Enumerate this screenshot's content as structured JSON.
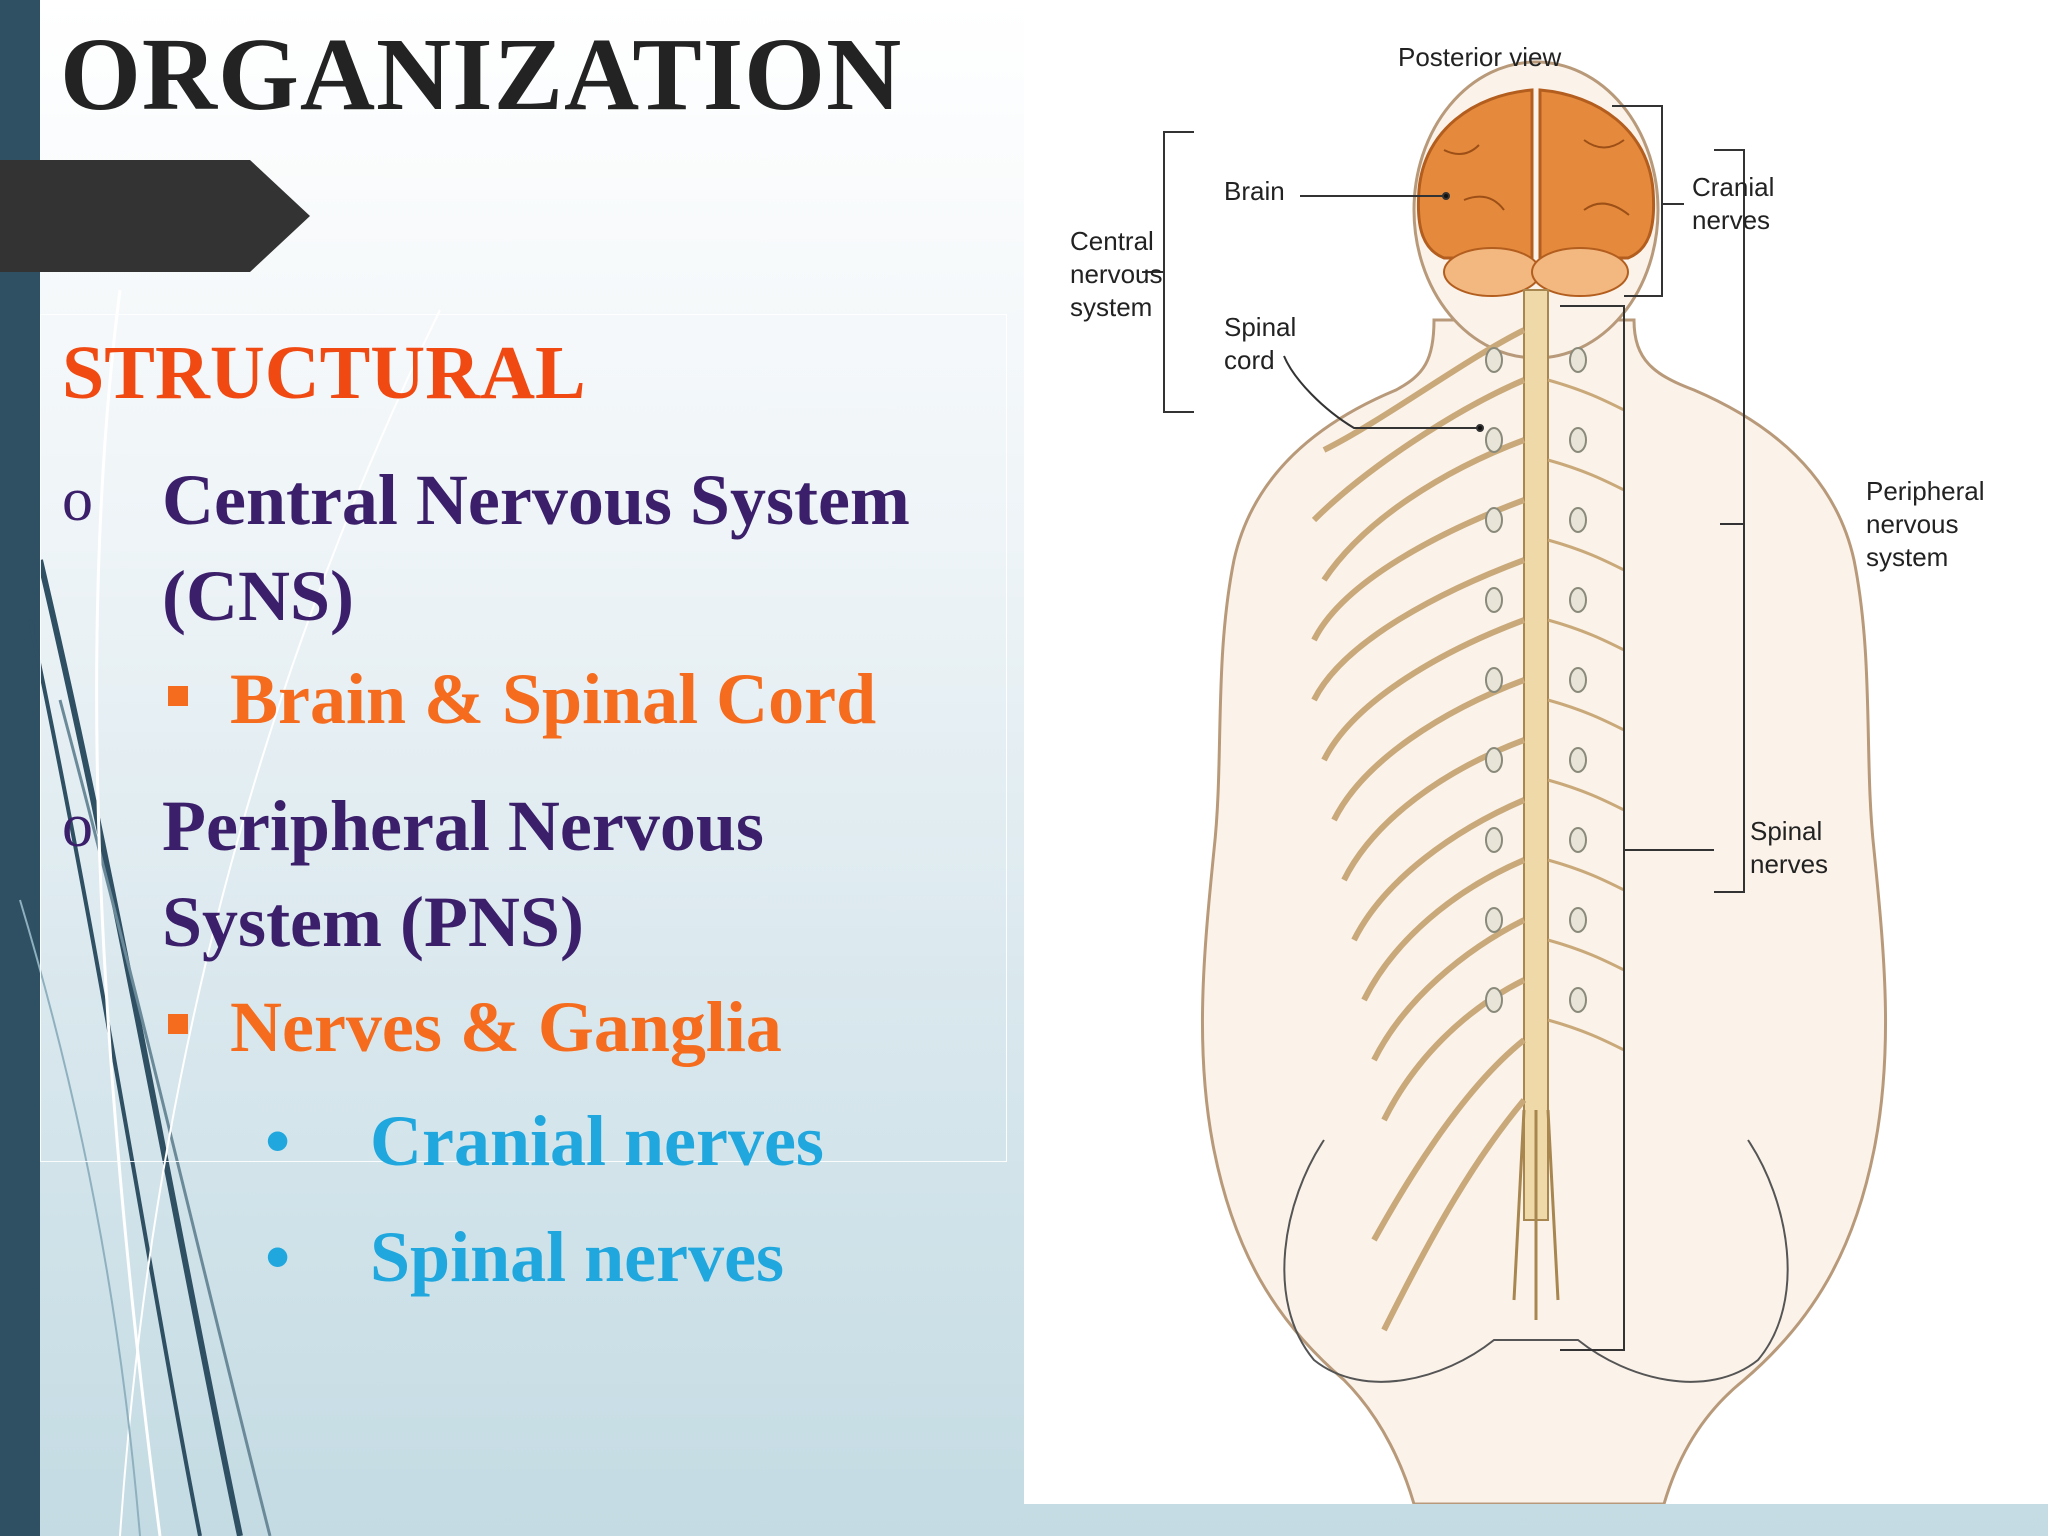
{
  "slide": {
    "title": "ORGANIZATION",
    "heading": "STRUCTURAL",
    "items": [
      {
        "marker": "o",
        "text": "Central Nervous System (CNS)"
      },
      {
        "marker": "o",
        "text": "Peripheral Nervous System (PNS)"
      }
    ],
    "subitems": [
      {
        "text": "Brain & Spinal Cord"
      },
      {
        "text": "Nerves & Ganglia"
      }
    ],
    "bullets": [
      {
        "marker": "•",
        "text": "Cranial nerves"
      },
      {
        "marker": "•",
        "text": "Spinal nerves"
      }
    ]
  },
  "diagram": {
    "labels": {
      "view": "Posterior view",
      "brain": "Brain",
      "cns": [
        "Central",
        "nervous",
        "system"
      ],
      "spinal_cord": [
        "Spinal",
        "cord"
      ],
      "cranial_nerves": [
        "Cranial",
        "nerves"
      ],
      "pns": [
        "Peripheral",
        "nervous",
        "system"
      ],
      "spinal_nerves": [
        "Spinal",
        "nerves"
      ]
    }
  },
  "colors": {
    "title": "#232323",
    "heading": "#f04a12",
    "level1": "#3b1f6b",
    "level2": "#f56c1e",
    "level3": "#1fa7de",
    "sidebar": "#2f4f63"
  }
}
